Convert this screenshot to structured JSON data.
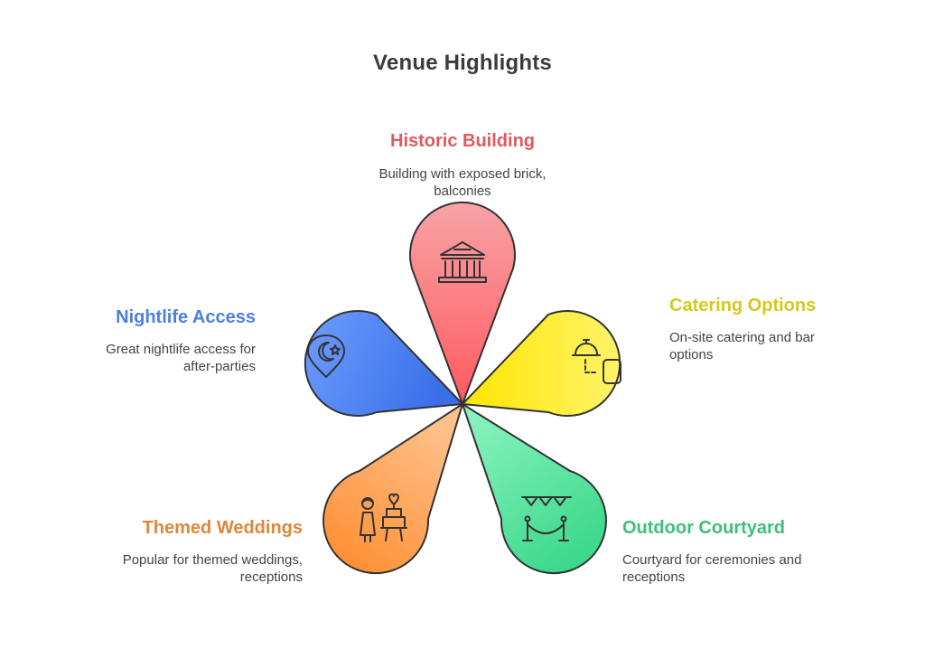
{
  "title": "Venue Highlights",
  "items": [
    {
      "label": "Historic Building",
      "desc_line1": "Building with exposed brick,",
      "desc_line2": "balconies",
      "color": "#e05a5e",
      "icon": "bank-building-icon"
    },
    {
      "label": "Catering Options",
      "desc_line1": "On-site catering and bar",
      "desc_line2": "options",
      "color": "#d6c81c",
      "icon": "cloche-phone-icon"
    },
    {
      "label": "Outdoor Courtyard",
      "desc_line1": "Courtyard for ceremonies and",
      "desc_line2": "receptions",
      "color": "#3fbf7a",
      "icon": "bunting-rope-icon"
    },
    {
      "label": "Themed Weddings",
      "desc_line1": "Popular for themed weddings,",
      "desc_line2": "receptions",
      "color": "#e0863a",
      "icon": "bride-cake-icon"
    },
    {
      "label": "Nightlife Access",
      "desc_line1": "Great nightlife access for",
      "desc_line2": "after-parties",
      "color": "#4a80e0",
      "icon": "moon-star-pin-icon"
    }
  ]
}
